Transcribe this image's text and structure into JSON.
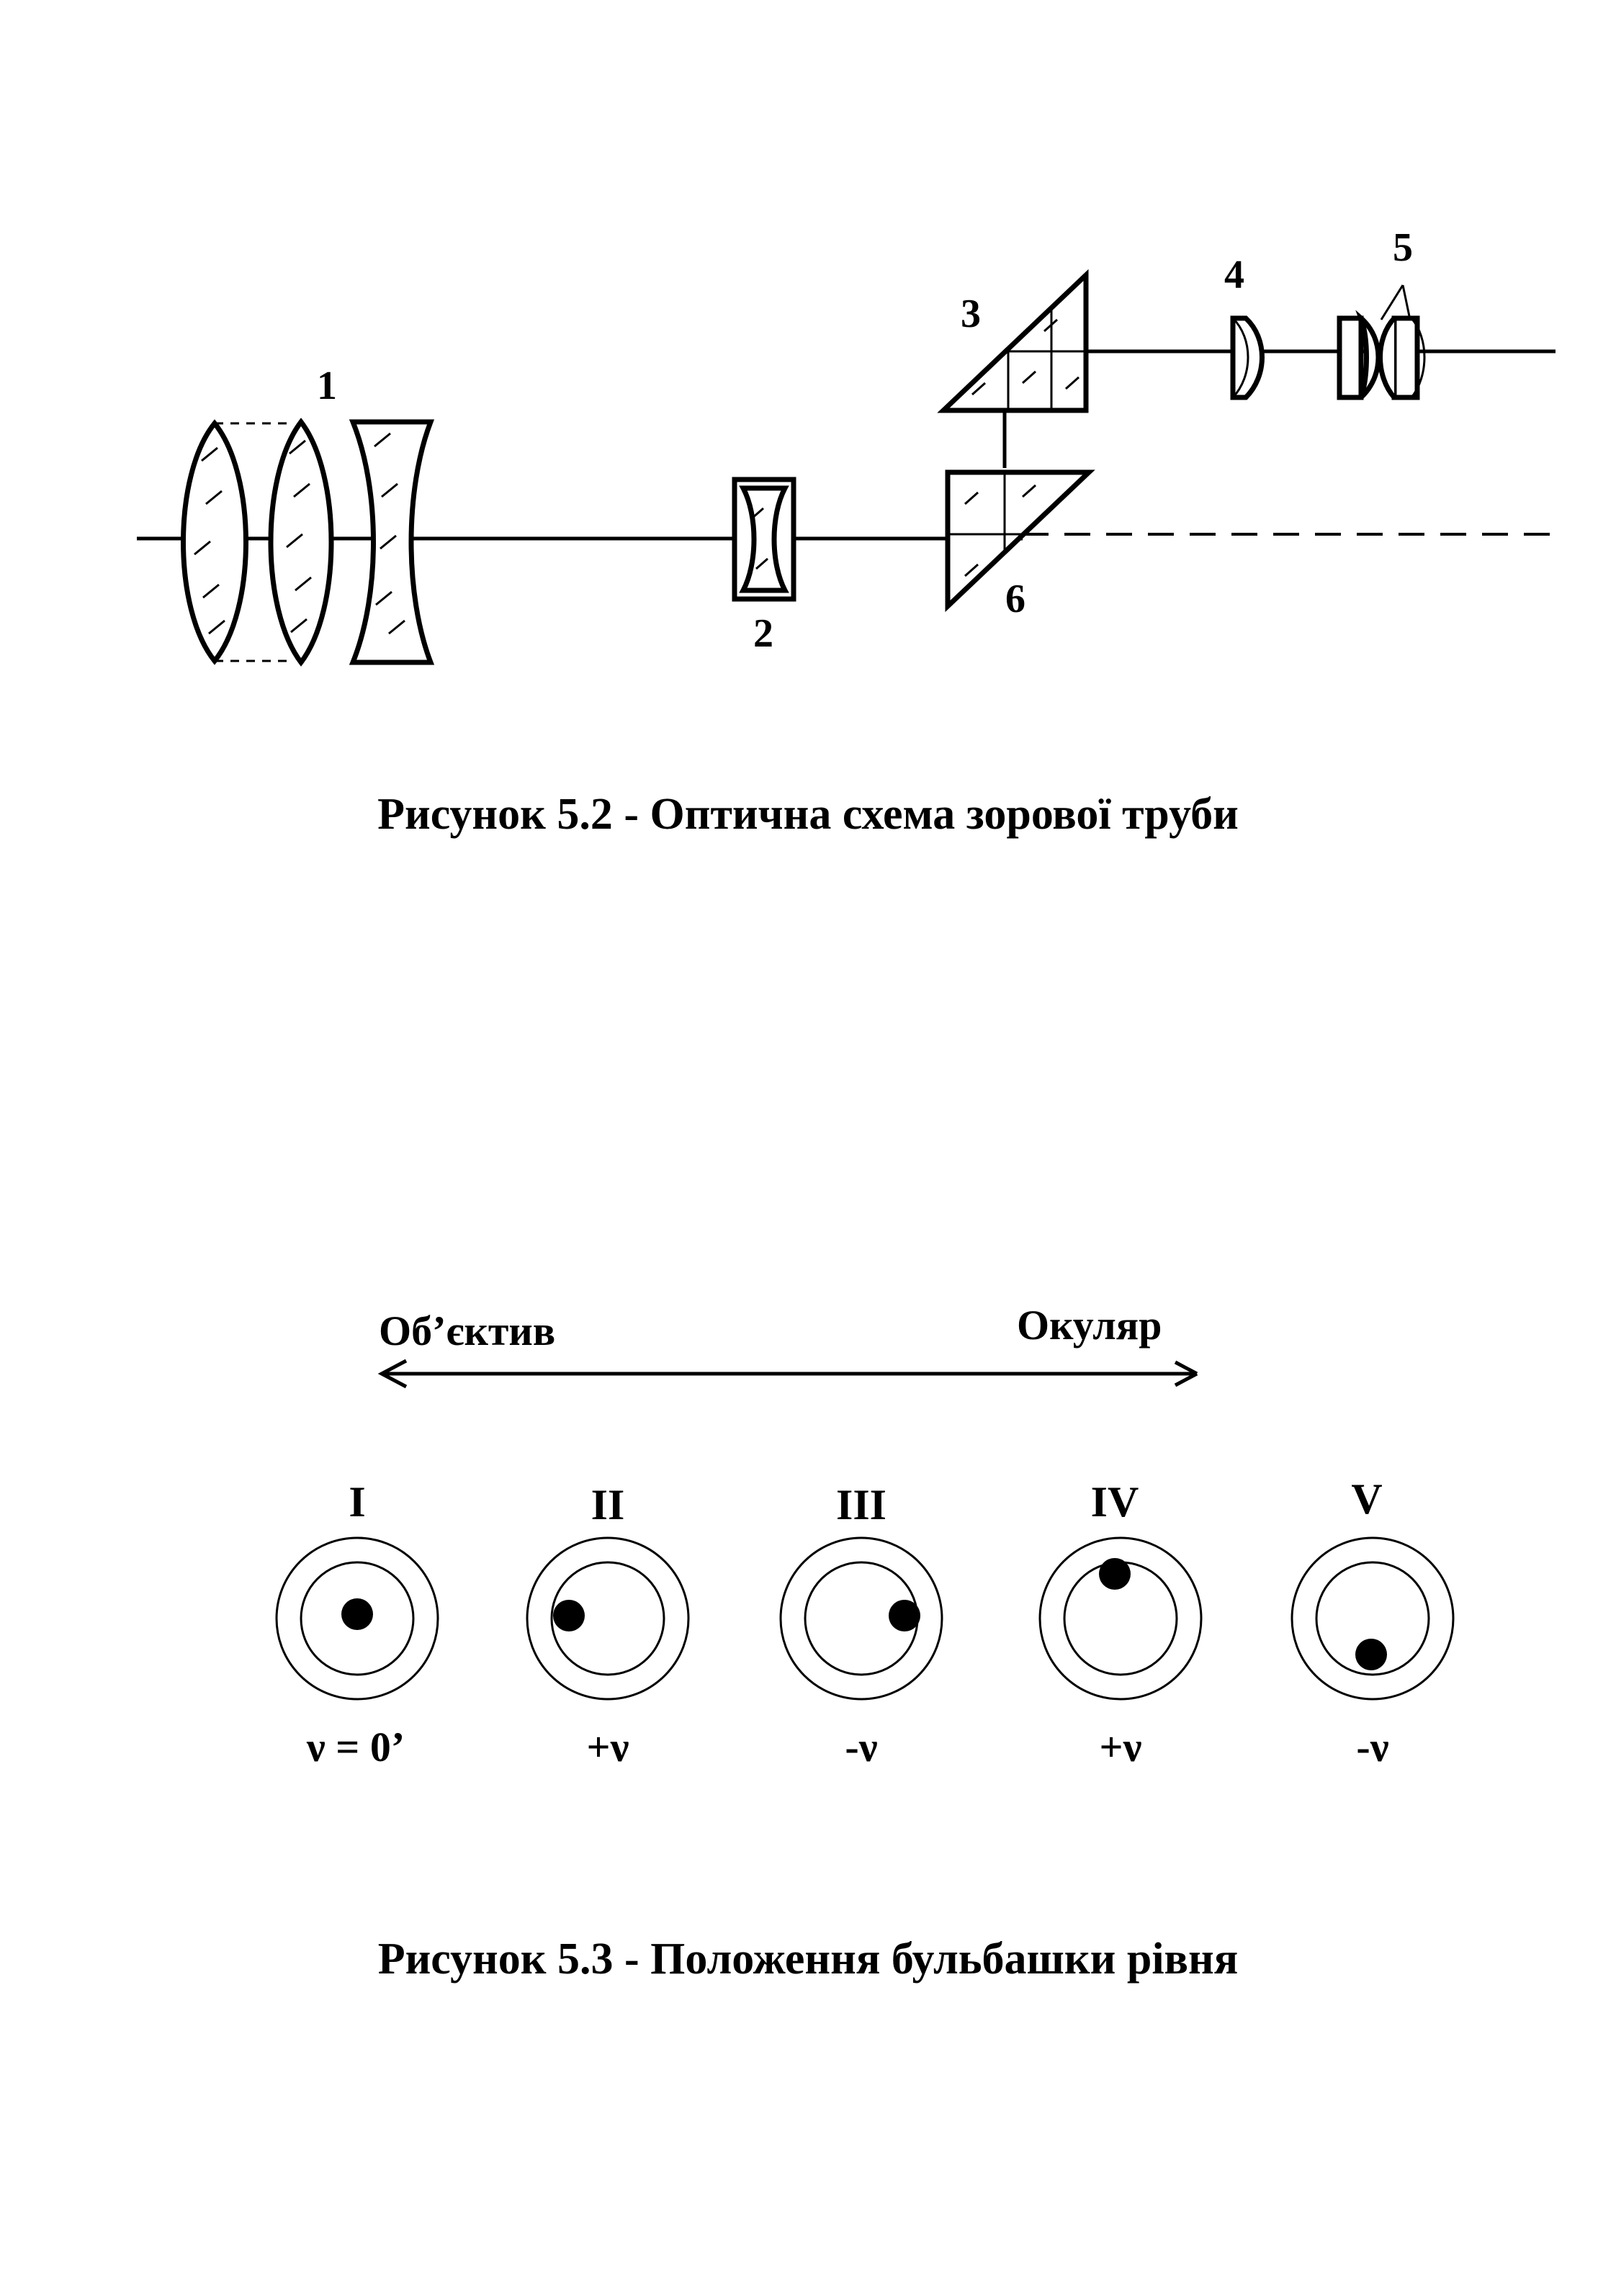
{
  "figure_1": {
    "labels": {
      "objective": "1",
      "focusing_lens": "2",
      "upper_prism": "3",
      "lens_4": "4",
      "eyepiece": "5",
      "lower_prism": "6"
    },
    "caption": "Рисунок 5.2 - Оптична схема зорової труби"
  },
  "figure_2": {
    "left_label": "Об’єктив",
    "right_label": "Окуляр",
    "positions": [
      {
        "roman": "I",
        "angle": "ν = 0’"
      },
      {
        "roman": "II",
        "angle": "+ν"
      },
      {
        "roman": "III",
        "angle": "-ν"
      },
      {
        "roman": "IV",
        "angle": "+ν"
      },
      {
        "roman": "V",
        "angle": "-ν"
      }
    ],
    "caption": "Рисунок 5.3 - Положення бульбашки рівня"
  }
}
